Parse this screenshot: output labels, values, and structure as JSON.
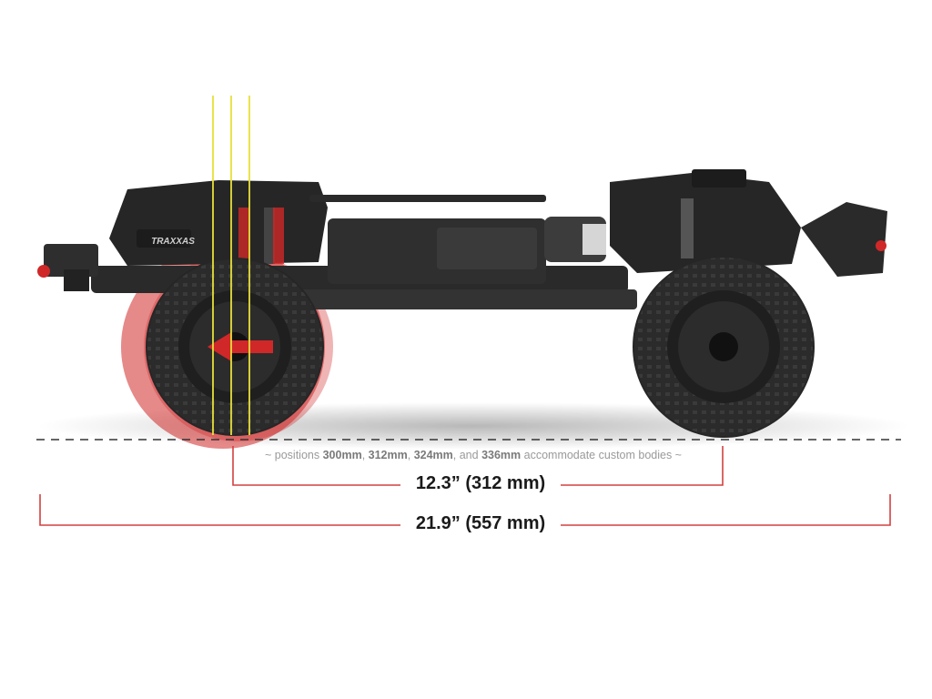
{
  "brand_mark": "TRAXXAS",
  "note": {
    "prefix": "~ positions ",
    "p1": "300mm",
    "sep1": ", ",
    "p2": "312mm",
    "sep2": ", ",
    "p3": "324mm",
    "sep3": ", and ",
    "p4": "336mm",
    "suffix": " accommodate custom bodies ~"
  },
  "dimensions": {
    "wheelbase_label": "12.3” (312 mm)",
    "overall_length_label": "21.9” (557 mm)"
  },
  "colors": {
    "dimension_line": "#d44040",
    "ground_line": "#333333",
    "highlight": "#d02828",
    "guide_line": "#e8e03a",
    "chassis": "#2a2a2a",
    "tire": "#262626"
  }
}
